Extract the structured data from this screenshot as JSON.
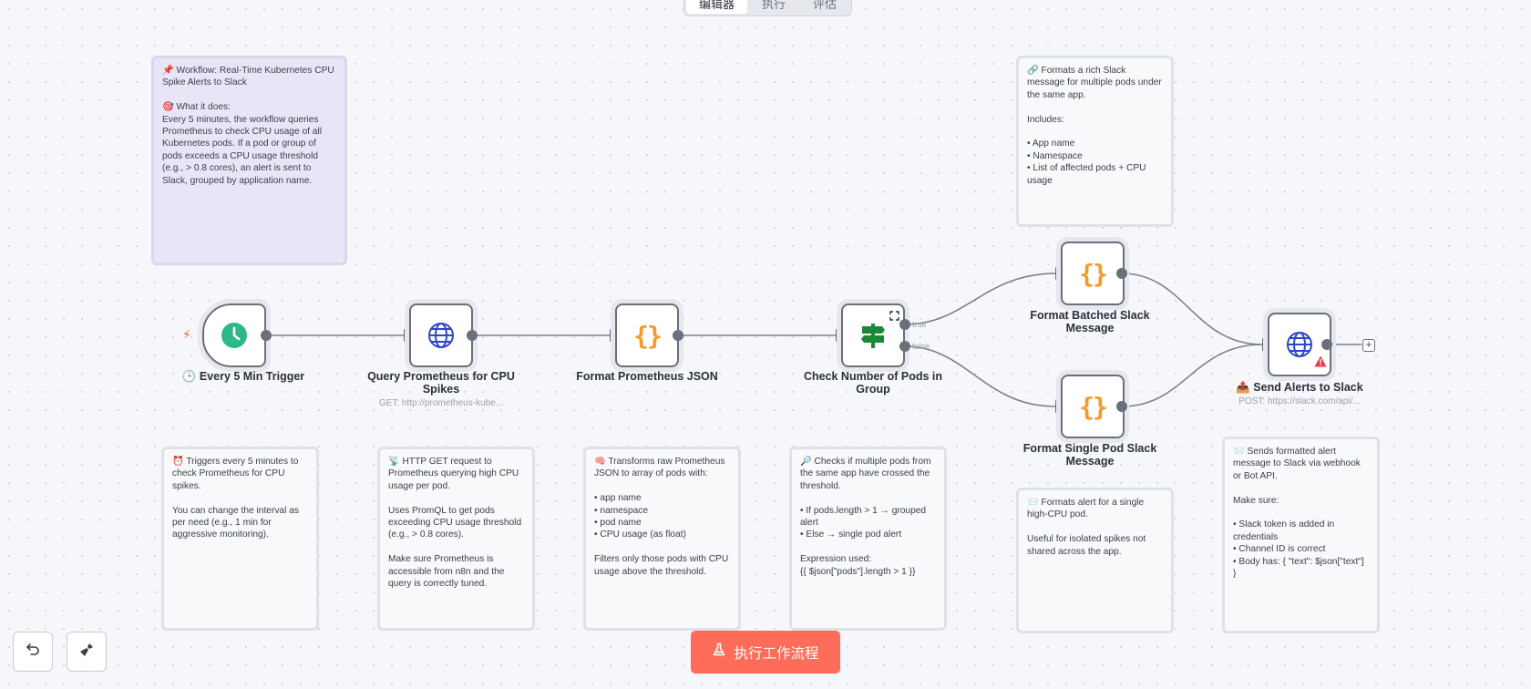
{
  "tabs": [
    "编辑器",
    "执行",
    "评估"
  ],
  "notes": {
    "workflow": "📌 Workflow: Real-Time Kubernetes CPU Spike Alerts to Slack\n\n🎯 What it does:\nEvery 5 minutes, the workflow queries Prometheus to check CPU usage of all Kubernetes pods. If a pod or group of pods exceeds a CPU usage threshold (e.g., > 0.8 cores), an alert is sent to Slack, grouped by application name.",
    "batched": "🔗 Formats a rich Slack message for multiple pods under the same app.\n\nIncludes:\n\n• App name\n• Namespace\n• List of affected pods + CPU usage",
    "trigger": "⏰ Triggers every 5 minutes to check Prometheus for CPU spikes.\n\nYou can change the interval as per need (e.g., 1 min for aggressive monitoring).",
    "http": "📡 HTTP GET request to Prometheus querying high CPU usage per pod.\n\nUses PromQL to get pods exceeding CPU usage threshold (e.g., > 0.8 cores).\n\nMake sure Prometheus is accessible from n8n and the query is correctly tuned.",
    "transform": "🧠 Transforms raw Prometheus JSON to array of pods with:\n\n• app name\n• namespace\n• pod name\n• CPU usage (as float)\n\nFilters only those pods with CPU usage above the threshold.",
    "check": "🔎 Checks if multiple pods from the same app have crossed the threshold.\n\n• If pods.length > 1 → grouped alert\n• Else → single pod alert\n\nExpression used:\n{{ $json[\"pods\"].length > 1 }}",
    "single": "📨 Formats alert for a single high-CPU pod.\n\nUseful for isolated spikes not shared across the app.",
    "send": "📨 Sends formatted alert message to Slack via webhook or Bot API.\n\nMake sure:\n\n• Slack token is added in credentials\n• Channel ID is correct\n• Body has: { \"text\": $json[\"text\"] }"
  },
  "nodes": {
    "trigger": {
      "label": "🕒 Every 5 Min Trigger",
      "icon": "clock-icon"
    },
    "query": {
      "label": "Query Prometheus for CPU Spikes",
      "subtitle": "GET: http://prometheus-kube...",
      "icon": "globe-icon"
    },
    "format_json": {
      "label": "Format Prometheus JSON",
      "icon": "braces-icon"
    },
    "check": {
      "label": "Check Number of Pods in Group",
      "icon": "signpost-icon",
      "true_label": "true",
      "false_label": "false"
    },
    "batched": {
      "label": "Format Batched Slack Message",
      "icon": "braces-icon"
    },
    "single": {
      "label": "Format Single Pod Slack Message",
      "icon": "braces-icon"
    },
    "send": {
      "label": "📤 Send Alerts to Slack",
      "subtitle": "POST: https://slack.com/api/...",
      "icon": "globe-icon"
    }
  },
  "toolbar": {
    "run_label": "执行工作流程"
  },
  "colors": {
    "accent": "#ff6d5a",
    "trigger_green": "#2eb888",
    "globe_blue": "#2b47c9",
    "braces_orange": "#f59a2c",
    "signpost_green": "#1a8a3a"
  }
}
